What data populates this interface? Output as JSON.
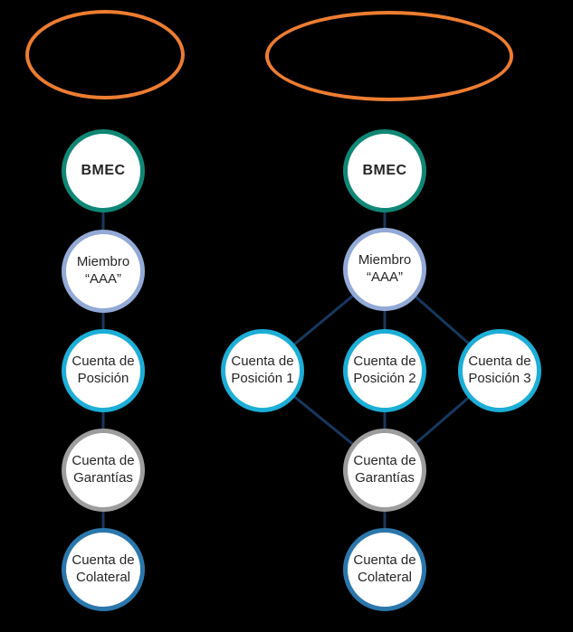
{
  "figure": {
    "background_color": "#000000",
    "left_diagram": {
      "group_ellipse_label": "",
      "nodes": [
        {
          "id": "bmec",
          "label": "BMEC",
          "border_color": "#108774"
        },
        {
          "id": "miembro",
          "label": "Miembro “AAA”",
          "border_color": "#93A9D6"
        },
        {
          "id": "posicion",
          "label": "Cuenta de Posición",
          "border_color": "#1CAED6"
        },
        {
          "id": "garantias",
          "label": "Cuenta de Garantías",
          "border_color": "#9D9D9D"
        },
        {
          "id": "colateral",
          "label": "Cuenta de Colateral",
          "border_color": "#2B77AC"
        }
      ]
    },
    "right_diagram": {
      "group_ellipse_label": "",
      "nodes": [
        {
          "id": "bmec",
          "label": "BMEC",
          "border_color": "#108774"
        },
        {
          "id": "miembro",
          "label": "Miembro “AAA”",
          "border_color": "#93A9D6"
        },
        {
          "id": "posicion1",
          "label": "Cuenta de Posición 1",
          "border_color": "#1CAED6"
        },
        {
          "id": "posicion2",
          "label": "Cuenta de Posición 2",
          "border_color": "#1CAED6"
        },
        {
          "id": "posicion3",
          "label": "Cuenta de Posición 3",
          "border_color": "#1CAED6"
        },
        {
          "id": "garantias",
          "label": "Cuenta de Garantías",
          "border_color": "#9D9D9D"
        },
        {
          "id": "colateral",
          "label": "Cuenta de Colateral",
          "border_color": "#2B77AC"
        }
      ]
    },
    "colors": {
      "ellipse_stroke": "#ED7D31",
      "connector": "#17375E",
      "node_fill": "#FFFFFF",
      "node_text": "#262626"
    }
  }
}
